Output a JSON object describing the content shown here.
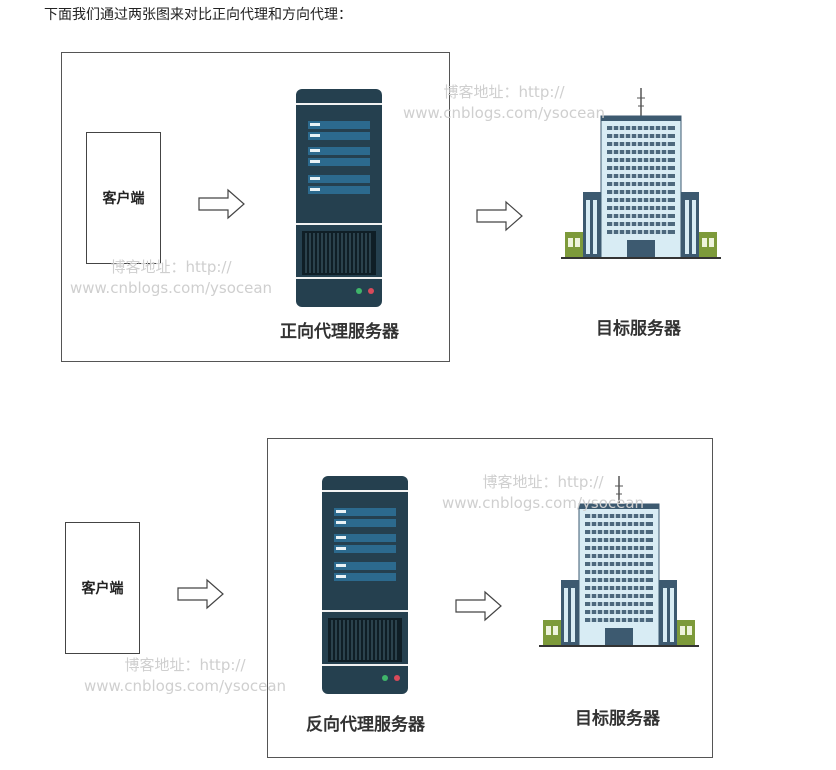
{
  "intro_text": "下面我们通过两张图来对比正向代理和方向代理：",
  "watermark": {
    "line1": "博客地址：http://",
    "line2": "www.cnblogs.com/ysocean"
  },
  "forward": {
    "client_label": "客户端",
    "proxy_label": "正向代理服务器",
    "target_label": "目标服务器"
  },
  "reverse": {
    "client_label": "客户端",
    "proxy_label": "反向代理服务器",
    "target_label": "目标服务器"
  },
  "colors": {
    "server_body": "#25404f",
    "server_slot": "#2c6a8e",
    "building_glass": "#d8ecf4",
    "building_side": "#3d5a70",
    "building_green": "#7d9a3a"
  },
  "icons": [
    "server-icon",
    "office-building-icon",
    "right-arrow-icon"
  ]
}
